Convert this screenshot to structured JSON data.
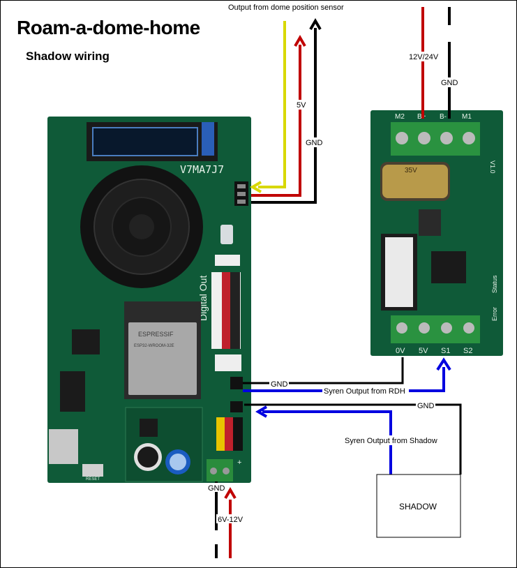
{
  "header": {
    "title": "Roam-a-dome-home",
    "subtitle": "Shadow wiring"
  },
  "labels": {
    "dome_sensor": "Output from dome position sensor",
    "v5": "5V",
    "gnd_sensor": "GND",
    "v12_24": "12V/24V",
    "gnd_top": "GND",
    "gnd_syren": "GND",
    "syren_rdh": "Syren Output from RDH",
    "gnd_shadow": "GND",
    "syren_shadow": "Syren Output from Shadow",
    "gnd_bottom": "GND",
    "v6_12": "6V-12V"
  },
  "shadow_box": {
    "label": "SHADOW"
  },
  "pcb": {
    "digital_out": "Digital Out",
    "reset": "RESET",
    "chip_brand": "ESPRESSIF",
    "chip_model": "ESP32-WROOM-32E",
    "syren_terminals": [
      "0V",
      "5V",
      "S1",
      "S2"
    ],
    "syren_top_terminals": [
      "M2",
      "B+",
      "B-",
      "M1"
    ],
    "syren_version": "V1.0",
    "capacitor": "35V",
    "syren_side": [
      "Error",
      "Status"
    ]
  },
  "colors": {
    "wire_yellow": "#d8d800",
    "wire_red": "#c00000",
    "wire_black": "#000000",
    "wire_blue": "#0000e0",
    "pcb_green": "#0f5a38"
  }
}
